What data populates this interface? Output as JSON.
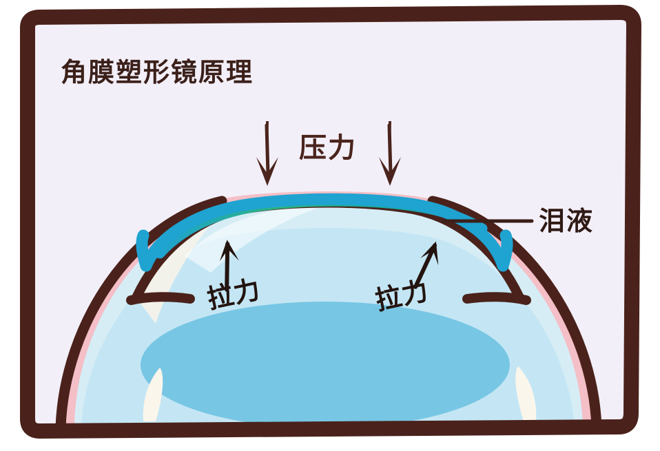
{
  "frame": {
    "border_color": "#4A221B",
    "background_color": "#F3EFF8",
    "page_background": "#FFFFFF"
  },
  "title": {
    "text": "角膜塑形镜原理",
    "color": "#3B201A"
  },
  "labels": {
    "pressure": {
      "text": "压力",
      "color": "#4A241C",
      "arrow_icon": "arrow-down-icon",
      "arrow_count": 2
    },
    "tear_fluid": {
      "text": "泪液",
      "color": "#2F1A14",
      "leader_line_color": "#3B1F18"
    },
    "tension_left": {
      "text": "拉力",
      "color": "#231410",
      "arrow_icon": "arrow-up-icon"
    },
    "tension_right": {
      "text": "拉力",
      "color": "#231410",
      "arrow_icon": "arrow-up-icon"
    }
  },
  "anatomy": {
    "eye_outline_color": "#4A221B",
    "conjunctiva_color": "#F4BFC6",
    "sclera_color": "#D6EDF6",
    "vitreous_color": "#BFE4F2",
    "crystalline_lens_color": "#77C6E4",
    "highlight_color": "#FBF6EC",
    "contact_lens_color": "#1FA3D1",
    "tear_film_color": "#2BB37E",
    "cornea_line_color": "#4A221B"
  }
}
